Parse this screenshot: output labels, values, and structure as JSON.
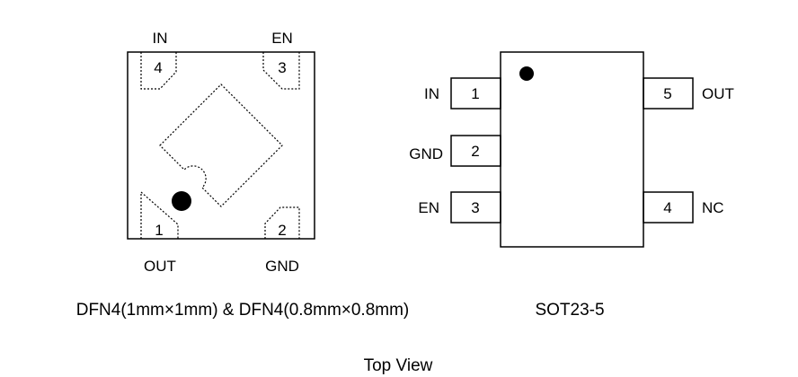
{
  "dfn": {
    "top_labels": {
      "left": "IN",
      "right": "EN"
    },
    "bottom_labels": {
      "left": "OUT",
      "right": "GND"
    },
    "pins": {
      "top_left": "4",
      "top_right": "3",
      "bottom_left": "1",
      "bottom_right": "2"
    },
    "caption": "DFN4(1mm×1mm) & DFN4(0.8mm×0.8mm)"
  },
  "sot": {
    "left_pins": [
      {
        "label": "IN",
        "num": "1"
      },
      {
        "label": "GND",
        "num": "2"
      },
      {
        "label": "EN",
        "num": "3"
      }
    ],
    "right_pins": [
      {
        "label": "OUT",
        "num": "5"
      },
      {
        "label": "NC",
        "num": "4"
      }
    ],
    "caption": "SOT23-5"
  },
  "footer": {
    "view_label": "Top View"
  },
  "colors": {
    "ink": "#000000",
    "background": "#ffffff"
  }
}
